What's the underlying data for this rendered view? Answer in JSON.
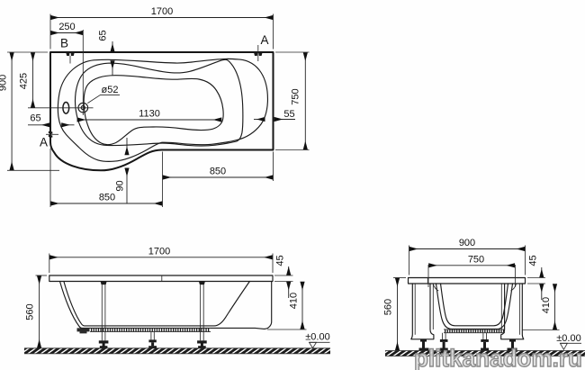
{
  "drawing_title": "bathtub technical drawing",
  "colors": {
    "background": "#fefefe",
    "line": "#1b1b1b",
    "watermark": "#9a9a9a"
  },
  "watermark": {
    "text": "plitkanadom.ru"
  },
  "plan": {
    "labels": {
      "length_total": "1700",
      "tap_offset": "250",
      "rim_top": "65",
      "marker_b": "B",
      "marker_a_top": "A",
      "width_total": "900",
      "drain_offset": "425",
      "rim_left": "65",
      "marker_a_left": "A",
      "drain_diameter": "ø52",
      "basin_length": "1130",
      "rim_right": "55",
      "width_right": "750",
      "bottom_right": "850",
      "bulge_depth": "90",
      "bottom_left": "850"
    }
  },
  "front": {
    "labels": {
      "length": "1700",
      "rim_thickness": "45",
      "skirt_height": "410",
      "total_height": "560",
      "level": "±0.00"
    }
  },
  "side": {
    "labels": {
      "width": "900",
      "inner_width": "750",
      "rim_thickness": "45",
      "skirt_height": "410",
      "total_height": "560",
      "level": "±0.00"
    }
  }
}
